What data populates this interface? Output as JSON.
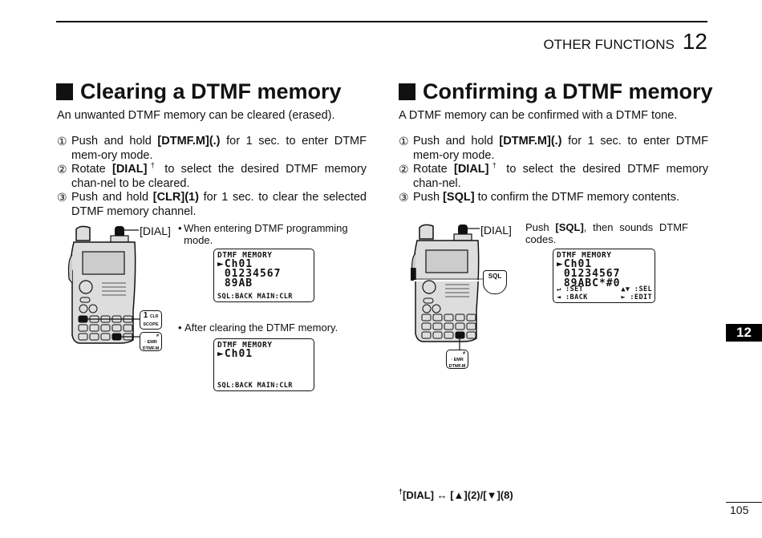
{
  "header": {
    "chapter_label": "OTHER FUNCTIONS",
    "chapter_number": "12"
  },
  "left": {
    "title": "Clearing a DTMF memory",
    "intro": "An unwanted DTMF memory can be cleared (erased).",
    "steps": [
      {
        "marker": "①",
        "pre": "Push and hold ",
        "bold": "[DTMF.M](.)",
        "sup": "",
        "post": " for 1 sec. to enter DTMF mem-ory mode."
      },
      {
        "marker": "②",
        "pre": "Rotate ",
        "bold": "[DIAL]",
        "sup": "†",
        "post": " to select the desired DTMF memory chan-nel to be cleared."
      },
      {
        "marker": "③",
        "pre": "Push and hold ",
        "bold": "[CLR](1)",
        "sup": "",
        "post": " for 1 sec. to clear the selected DTMF memory channel."
      }
    ],
    "dial_label": "[DIAL]",
    "key_clr": {
      "main": "1",
      "sub": "CLR",
      "bottom": "SCOPE"
    },
    "key_dtmf": {
      "top": "#",
      "mid": "· EMR",
      "bottom": "DTMF.M"
    },
    "note1": "When entering DTMF programming mode.",
    "note2": "After clearing the DTMF memory.",
    "lcd1": {
      "header": "DTMF MEMORY",
      "lines": [
        "►Ch01",
        " 01234567",
        " 89AB"
      ],
      "footer": "SQL:BACK MAIN:CLR"
    },
    "lcd2": {
      "header": "DTMF MEMORY",
      "lines": [
        "►Ch01"
      ],
      "footer": "SQL:BACK MAIN:CLR"
    }
  },
  "right": {
    "title": "Confirming a DTMF memory",
    "intro": "A DTMF memory can be confirmed with a DTMF tone.",
    "steps": [
      {
        "marker": "①",
        "pre": "Push and hold ",
        "bold": "[DTMF.M](.)",
        "sup": "",
        "post": " for 1 sec. to enter DTMF mem-ory mode."
      },
      {
        "marker": "②",
        "pre": "Rotate ",
        "bold": "[DIAL]",
        "sup": "†",
        "post": " to select the desired DTMF memory chan-nel."
      },
      {
        "marker": "③",
        "pre": "Push ",
        "bold": "[SQL]",
        "sup": "",
        "post": " to confirm the DTMF memory contents."
      }
    ],
    "dial_label": "[DIAL]",
    "key_sql": "SQL",
    "key_dtmf": {
      "top": "#",
      "mid": "· EMR",
      "bottom": "DTMF.M"
    },
    "note_pre": "Push ",
    "note_bold": "[SQL]",
    "note_post": ", then sounds DTMF codes.",
    "lcd": {
      "header": "DTMF MEMORY",
      "lines": [
        "►Ch01",
        " 01234567",
        " 89ABC*#0"
      ],
      "foot_row1": [
        "↵ :SET",
        "▲▼ :SEL"
      ],
      "foot_row2": [
        "◄ :BACK",
        "► :EDIT"
      ]
    }
  },
  "footnote": {
    "sup": "†",
    "text": "[DIAL] ↔ [▲](2)/[▼](8)"
  },
  "side_tab": "12",
  "page_number": "105"
}
